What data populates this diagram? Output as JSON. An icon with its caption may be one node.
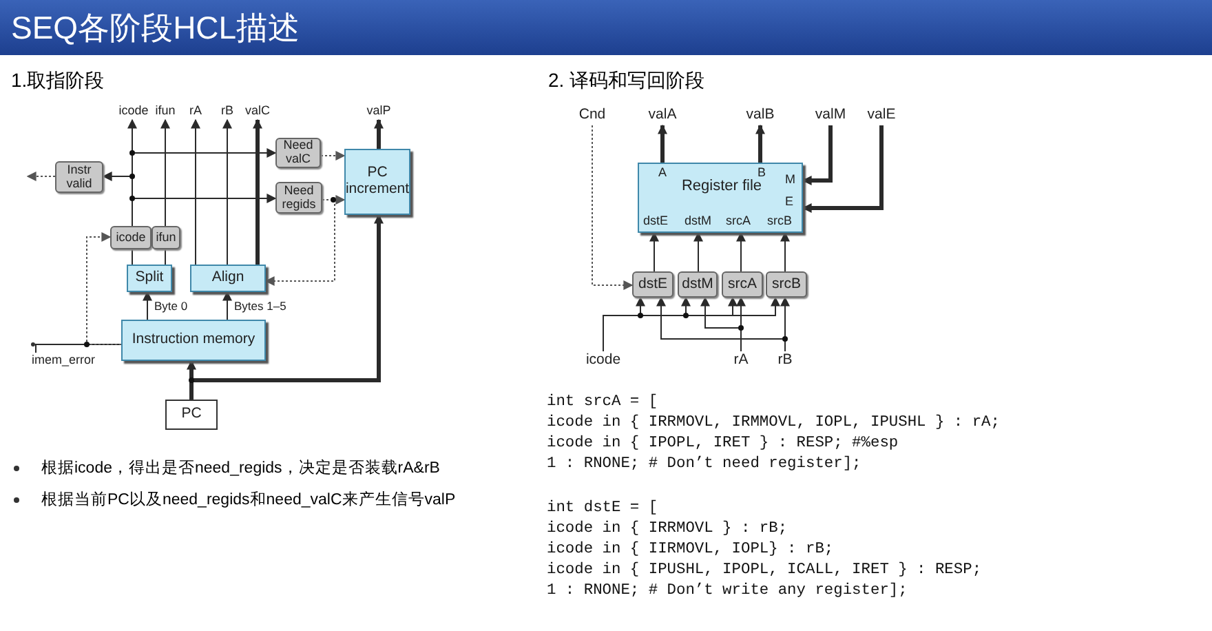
{
  "diagram": {
    "title": "SEQ各阶段HCL描述",
    "nodes": [
      {
        "text": [
          "icode"
        ]
      },
      {
        "text": [
          "ifun"
        ]
      },
      {
        "text": [
          "rA"
        ]
      },
      {
        "text": [
          "rB"
        ]
      },
      {
        "text": [
          "valC"
        ]
      },
      {
        "text": [
          "valP"
        ]
      },
      {
        "text": [
          "Instr valid"
        ]
      },
      {
        "text": [
          "Need valC"
        ]
      },
      {
        "text": [
          "Need regids"
        ]
      },
      {
        "text": [
          "PC increment"
        ]
      },
      {
        "text": [
          "icode"
        ]
      },
      {
        "text": [
          "ifun"
        ]
      },
      {
        "text": [
          "Split"
        ]
      },
      {
        "text": [
          "Align"
        ]
      },
      {
        "text": [
          "Instruction memory"
        ]
      },
      {
        "text": [
          "imem_error"
        ]
      },
      {
        "text": [
          "PC"
        ]
      },
      {
        "text": [
          "Cnd"
        ]
      },
      {
        "text": [
          "valA"
        ]
      },
      {
        "text": [
          "valB"
        ]
      },
      {
        "text": [
          "valM"
        ]
      },
      {
        "text": [
          "valE"
        ]
      },
      {
        "text": [
          "Register file",
          "A",
          "B",
          "M",
          "E",
          "dstE",
          "dstM",
          "srcA",
          "srcB"
        ]
      },
      {
        "text": [
          "dstE"
        ]
      },
      {
        "text": [
          "dstM"
        ]
      },
      {
        "text": [
          "srcA"
        ]
      },
      {
        "text": [
          "srcB"
        ]
      },
      {
        "text": [
          "icode"
        ]
      },
      {
        "text": [
          "rA"
        ]
      },
      {
        "text": [
          "rB"
        ]
      }
    ],
    "edges": [
      {
        "from": 10,
        "to": 0,
        "arrow": "to"
      },
      {
        "from": 11,
        "to": 1,
        "arrow": "to"
      },
      {
        "from": 13,
        "to": 2,
        "arrow": "to"
      },
      {
        "from": 13,
        "to": 3,
        "arrow": "to"
      },
      {
        "from": 13,
        "to": 4,
        "arrow": "to",
        "style": "thick"
      },
      {
        "from": 9,
        "to": 5,
        "arrow": "to",
        "style": "thick"
      },
      {
        "from": 10,
        "to": 7,
        "arrow": "to"
      },
      {
        "from": 10,
        "to": 6,
        "arrow": "to"
      },
      {
        "from": 10,
        "to": 8,
        "arrow": "to"
      },
      {
        "from": 7,
        "to": 9,
        "arrow": "to",
        "style": "dashed"
      },
      {
        "from": 8,
        "to": 9,
        "arrow": "to",
        "style": "dashed"
      },
      {
        "from": 8,
        "to": 13,
        "arrow": "to",
        "style": "dashed"
      },
      {
        "from": 12,
        "to": 10,
        "arrow": "none"
      },
      {
        "from": 12,
        "to": 11,
        "arrow": "none"
      },
      {
        "from": 14,
        "to": 12,
        "arrow": "to",
        "label": "Byte 0"
      },
      {
        "from": 14,
        "to": 13,
        "arrow": "to",
        "label": "Bytes 1–5"
      },
      {
        "from": 16,
        "to": 14,
        "arrow": "to",
        "style": "thick"
      },
      {
        "from": 16,
        "to": 9,
        "arrow": "to",
        "style": "thick"
      },
      {
        "from": 14,
        "to": 15,
        "arrow": "none"
      },
      {
        "from": 14,
        "to": 10,
        "arrow": "to",
        "style": "dashed"
      },
      {
        "from": 6,
        "to": null,
        "arrow": "to",
        "style": "dashed"
      },
      {
        "from": 22,
        "to": 18,
        "arrow": "to",
        "style": "thick"
      },
      {
        "from": 22,
        "to": 19,
        "arrow": "to",
        "style": "thick"
      },
      {
        "from": 20,
        "to": 22,
        "arrow": "to",
        "style": "thick"
      },
      {
        "from": 21,
        "to": 22,
        "arrow": "to",
        "style": "thick"
      },
      {
        "from": 17,
        "to": 23,
        "arrow": "to",
        "style": "dashed"
      },
      {
        "from": 23,
        "to": 22,
        "arrow": "to"
      },
      {
        "from": 24,
        "to": 22,
        "arrow": "to"
      },
      {
        "from": 25,
        "to": 22,
        "arrow": "to"
      },
      {
        "from": 26,
        "to": 22,
        "arrow": "to"
      },
      {
        "from": 27,
        "to": 23,
        "arrow": "to"
      },
      {
        "from": 27,
        "to": 24,
        "arrow": "to"
      },
      {
        "from": 27,
        "to": 25,
        "arrow": "to"
      },
      {
        "from": 27,
        "to": 26,
        "arrow": "to"
      },
      {
        "from": 28,
        "to": 24,
        "arrow": "to"
      },
      {
        "from": 28,
        "to": 25,
        "arrow": "to"
      },
      {
        "from": 29,
        "to": 23,
        "arrow": "to"
      },
      {
        "from": 29,
        "to": 26,
        "arrow": "to"
      }
    ],
    "labels": [
      "1.取指阶段",
      "2. 译码和写回阶段",
      "根据icode，得出是否need_regids，决定是否装载rA&rB",
      "根据当前PC以及need_regids和need_valC来产生信号valP",
      "int srcA = [",
      "icode in { IRRMOVL, IRMMOVL, IOPL, IPUSHL } : rA;",
      "icode in { IPOPL, IRET } : RESP; #%esp",
      "1 : RNONE; # Don’t need register];",
      "int dstE = [",
      "icode in { IRRMOVL } : rB;",
      "icode in { IIRMOVL, IOPL} : rB;",
      "icode in { IPUSHL, IPOPL, ICALL, IRET } : RESP;",
      "1 : RNONE; # Don’t write any register];"
    ]
  }
}
